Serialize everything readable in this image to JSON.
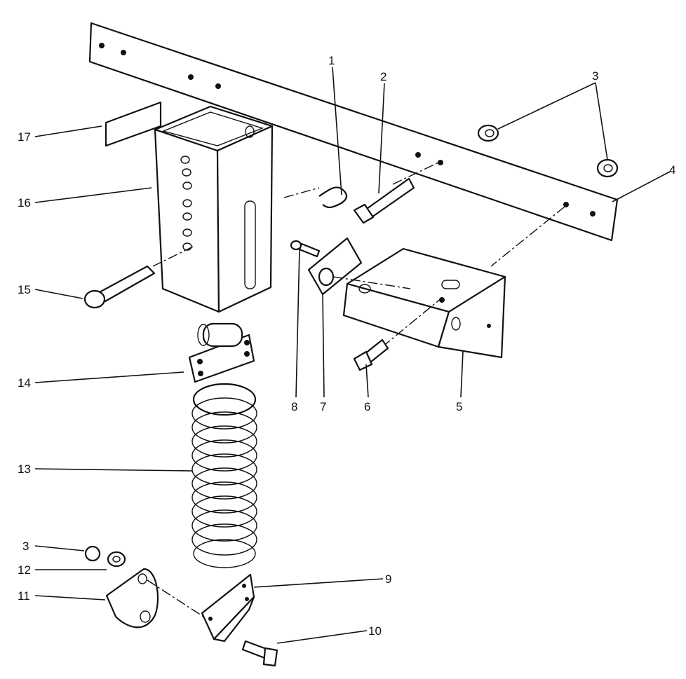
{
  "diagram": {
    "callouts": [
      {
        "id": "c1",
        "text": "1"
      },
      {
        "id": "c2",
        "text": "2"
      },
      {
        "id": "c3a",
        "text": "3"
      },
      {
        "id": "c3b",
        "text": "3"
      },
      {
        "id": "c4",
        "text": "4"
      },
      {
        "id": "c5",
        "text": "5"
      },
      {
        "id": "c6",
        "text": "6"
      },
      {
        "id": "c7",
        "text": "7"
      },
      {
        "id": "c8",
        "text": "8"
      },
      {
        "id": "c9",
        "text": "9"
      },
      {
        "id": "c10",
        "text": "10"
      },
      {
        "id": "c11",
        "text": "11"
      },
      {
        "id": "c12",
        "text": "12"
      },
      {
        "id": "c13",
        "text": "13"
      },
      {
        "id": "c14",
        "text": "14"
      },
      {
        "id": "c15",
        "text": "15"
      },
      {
        "id": "c16",
        "text": "16"
      },
      {
        "id": "c17",
        "text": "17"
      }
    ]
  }
}
